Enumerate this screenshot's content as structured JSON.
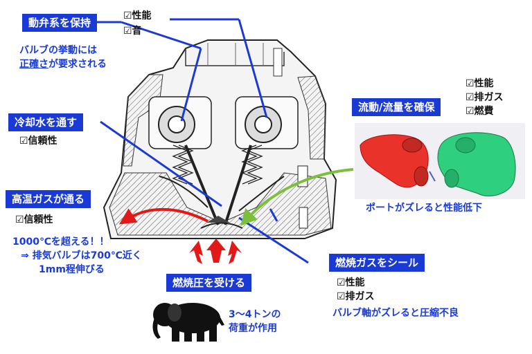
{
  "labels": {
    "valve_train": "動弁系を保持",
    "coolant": "冷却水を通す",
    "hot_gas": "高温ガスが通る",
    "flow": "流動/流量を確保",
    "seal": "燃焼ガスをシール",
    "pressure": "燃焼圧を受ける"
  },
  "checks": {
    "valve_train": [
      "☑性能",
      "☑音"
    ],
    "coolant": [
      "☑信頼性"
    ],
    "hot_gas": [
      "☑信頼性"
    ],
    "flow": [
      "☑性能",
      "☑排ガス",
      "☑燃費"
    ],
    "seal": [
      "☑性能",
      "☑排ガス"
    ]
  },
  "notes": {
    "valve_line1": "バルブの挙動には",
    "valve_line2a": "正確さ",
    "valve_line2b": "が要求される",
    "port": "ポートがズレると性能低下",
    "hot_line1": "1000℃を超える！！",
    "hot_line2": "⇒ 排気バルブは700℃近く",
    "hot_line3": "1mm程伸びる",
    "seal_note": "バルブ軸がズレると圧縮不良",
    "elephant_line1": "3～4トンの",
    "elephant_line2": "荷重が作用"
  },
  "icons": [
    "elephant-icon",
    "red-arrow-icon",
    "green-arrow-icon"
  ],
  "colors": {
    "label_bg": "#1a3ad6",
    "pointer": "#1a3ad6",
    "hot_arrow": "#e11919",
    "flow_arrow": "#7bbf3a",
    "exhaust_port": "#e8322a",
    "intake_port": "#2ecf7e"
  }
}
